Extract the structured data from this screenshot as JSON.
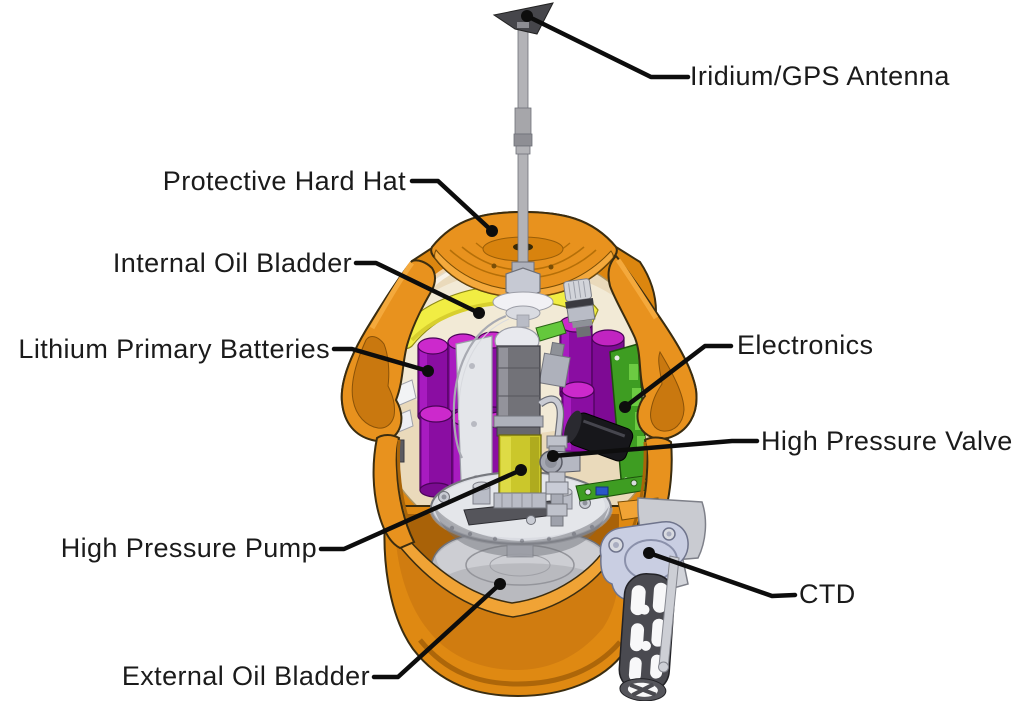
{
  "figure": {
    "labels": {
      "antenna": "Iridium/GPS Antenna",
      "hard_hat": "Protective Hard Hat",
      "internal_oil_bladder": "Internal Oil Bladder",
      "lithium_batteries": "Lithium Primary Batteries",
      "electronics": "Electronics",
      "high_pressure_valve": "High Pressure Valve",
      "high_pressure_pump": "High Pressure Pump",
      "external_oil_bladder": "External Oil Bladder",
      "ctd": "CTD"
    },
    "colors": {
      "hard_hat_orange": "#E8921E",
      "hat_cut_face": "#F4A93C",
      "hat_shadow": "#C9780F",
      "internal_bladder_yellow": "#F1ED43",
      "battery_purple": "#8A0DA2",
      "battery_top_magenta": "#CC29CC",
      "pcb_green": "#3E9D22",
      "pump_yellow": "#CBC72B",
      "metal_silver": "#C9CBD3",
      "external_bladder_gray": "#B9BABF",
      "ctd_clamp_periwinkle": "#C9CEE2",
      "ctd_cage_gray": "#4A4A50",
      "leader_line": "#0d0d0d",
      "background": "#FFFFFF"
    }
  }
}
